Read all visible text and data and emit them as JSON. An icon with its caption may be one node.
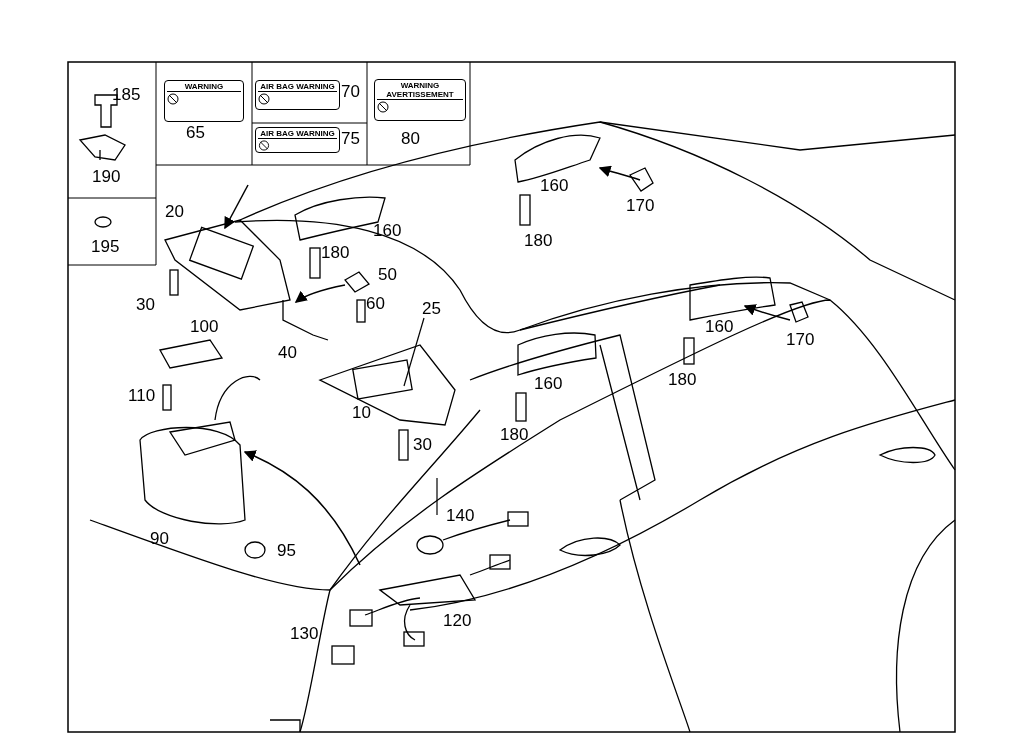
{
  "diagram": {
    "nodes": [
      {
        "text": [
          "25"
        ]
      },
      {
        "text": [
          "140"
        ]
      }
    ],
    "edges": [
      {
        "from": 0,
        "to": null,
        "arrow": "none"
      },
      {
        "from": 1,
        "to": null,
        "arrow": "none"
      }
    ],
    "labels": [
      "185",
      "WARNING",
      "AIR BAG WARNING",
      "70",
      "WARNING AVERTISSEMENT",
      "65",
      "AIR BAG WARNING",
      "75",
      "80",
      "190",
      "195",
      "160",
      "170",
      "20",
      "160",
      "180",
      "180",
      "50",
      "30",
      "60",
      "100",
      "40",
      "160",
      "170",
      "160",
      "180",
      "110",
      "10",
      "30",
      "180",
      "90",
      "95",
      "130",
      "120"
    ]
  }
}
